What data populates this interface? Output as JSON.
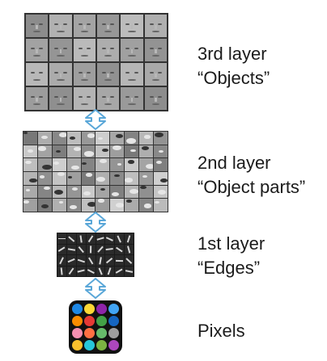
{
  "layers": [
    {
      "id": "layer3",
      "name": "3rd layer",
      "desc": "“Objects”"
    },
    {
      "id": "layer2",
      "name": "2nd layer",
      "desc": "“Object parts”"
    },
    {
      "id": "layer1",
      "name": "1st layer",
      "desc": "“Edges”"
    },
    {
      "id": "pixels",
      "name": "Pixels"
    }
  ],
  "colors": {
    "arrow": "#5aa7d8",
    "pixel_dots": [
      "#1e88e5",
      "#fdd835",
      "#8e24aa",
      "#42a5f5",
      "#fb8c00",
      "#e53935",
      "#43a047",
      "#1565c0",
      "#f48fb1",
      "#ff7043",
      "#66bb6a",
      "#9e9e9e",
      "#fbc02d",
      "#26c6da",
      "#7cb342",
      "#ab47bc"
    ]
  }
}
